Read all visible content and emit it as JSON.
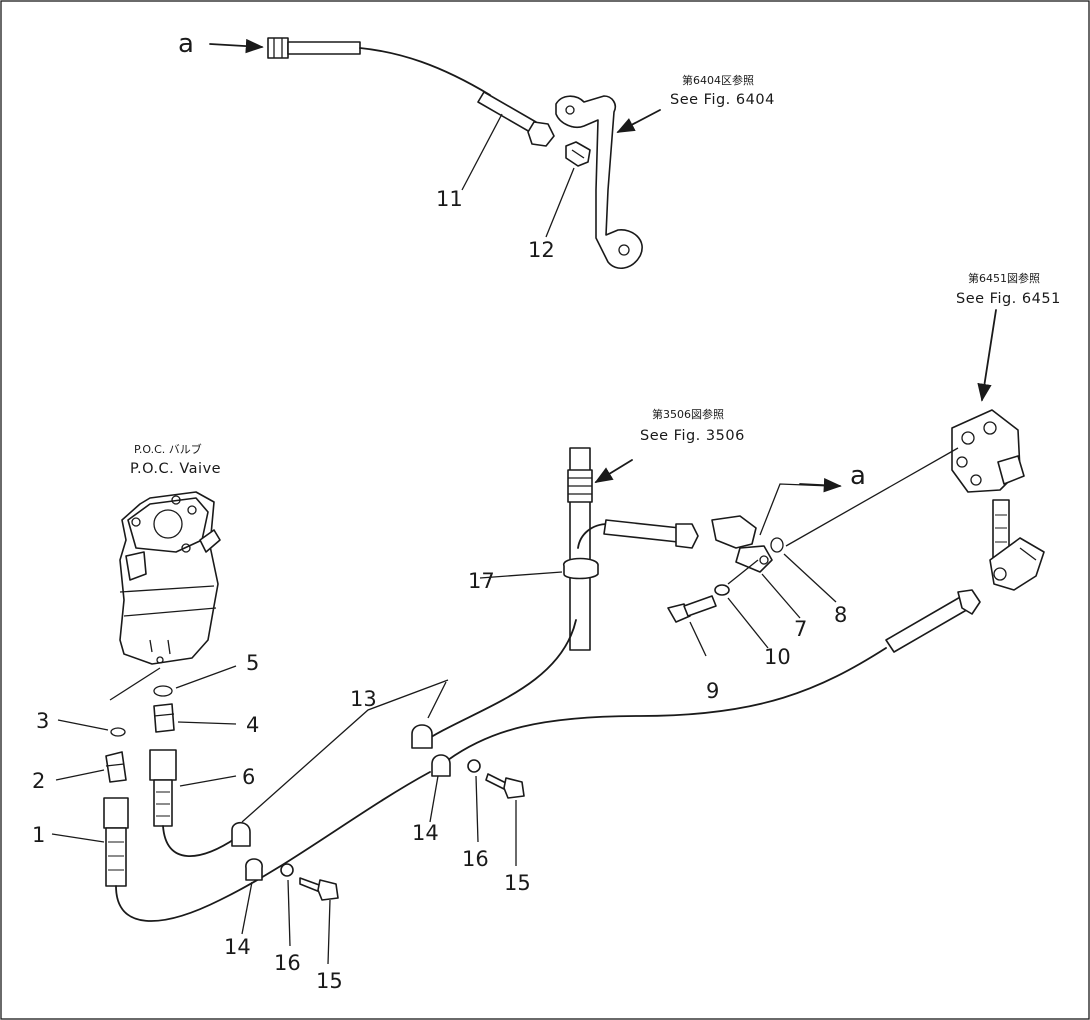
{
  "labels": {
    "a_top": "a",
    "a_mid": "a",
    "n1": "1",
    "n2": "2",
    "n3": "3",
    "n4": "4",
    "n5": "5",
    "n6": "6",
    "n7": "7",
    "n8": "8",
    "n9": "9",
    "n10": "10",
    "n11": "11",
    "n12": "12",
    "n13": "13",
    "n14a": "14",
    "n14b": "14",
    "n15a": "15",
    "n15b": "15",
    "n16a": "16",
    "n16b": "16",
    "n17": "17"
  },
  "refs": {
    "fig6404_jp": "第6404区参照",
    "fig6404_en": "See Fig. 6404",
    "fig6451_jp": "第6451図参照",
    "fig6451_en": "See Fig. 6451",
    "fig3506_jp": "第3506図参照",
    "fig3506_en": "See Fig. 3506",
    "poc_jp": "P.O.C. バルブ",
    "poc_en": "P.O.C. Vaive"
  }
}
